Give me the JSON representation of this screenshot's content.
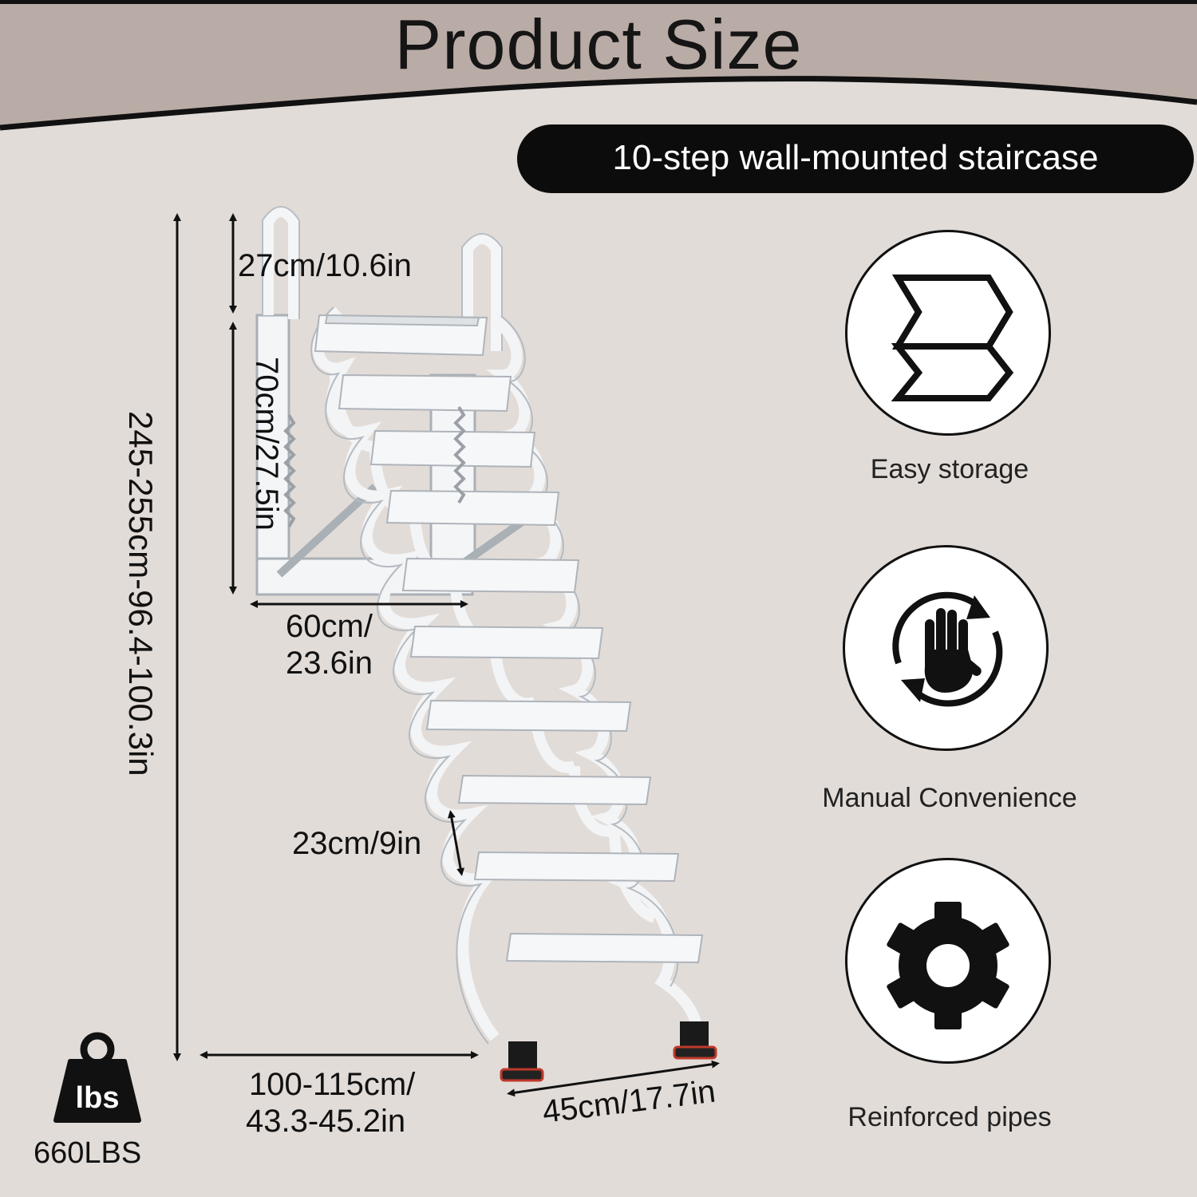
{
  "header": {
    "title": "Product Size"
  },
  "subtitle": "10-step wall-mounted staircase",
  "dimensions": {
    "total_height": "245-255cm-96.4-100.3in",
    "handrail_height": "27cm/10.6in",
    "folded_height": "70cm/27.5in",
    "folded_depth_line1": "60cm/",
    "folded_depth_line2": "23.6in",
    "step_spacing": "23cm/9in",
    "extended_depth_line1": "100-115cm/",
    "extended_depth_line2": "43.3-45.2in",
    "step_width": "45cm/17.7in"
  },
  "features": [
    {
      "icon": "folding-icon",
      "label": "Easy storage"
    },
    {
      "icon": "hand-rotate-icon",
      "label": "Manual Convenience"
    },
    {
      "icon": "gear-icon",
      "label": "Reinforced pipes"
    }
  ],
  "weight": {
    "icon": "weight-icon",
    "icon_text": "lbs",
    "capacity": "660LBS"
  }
}
